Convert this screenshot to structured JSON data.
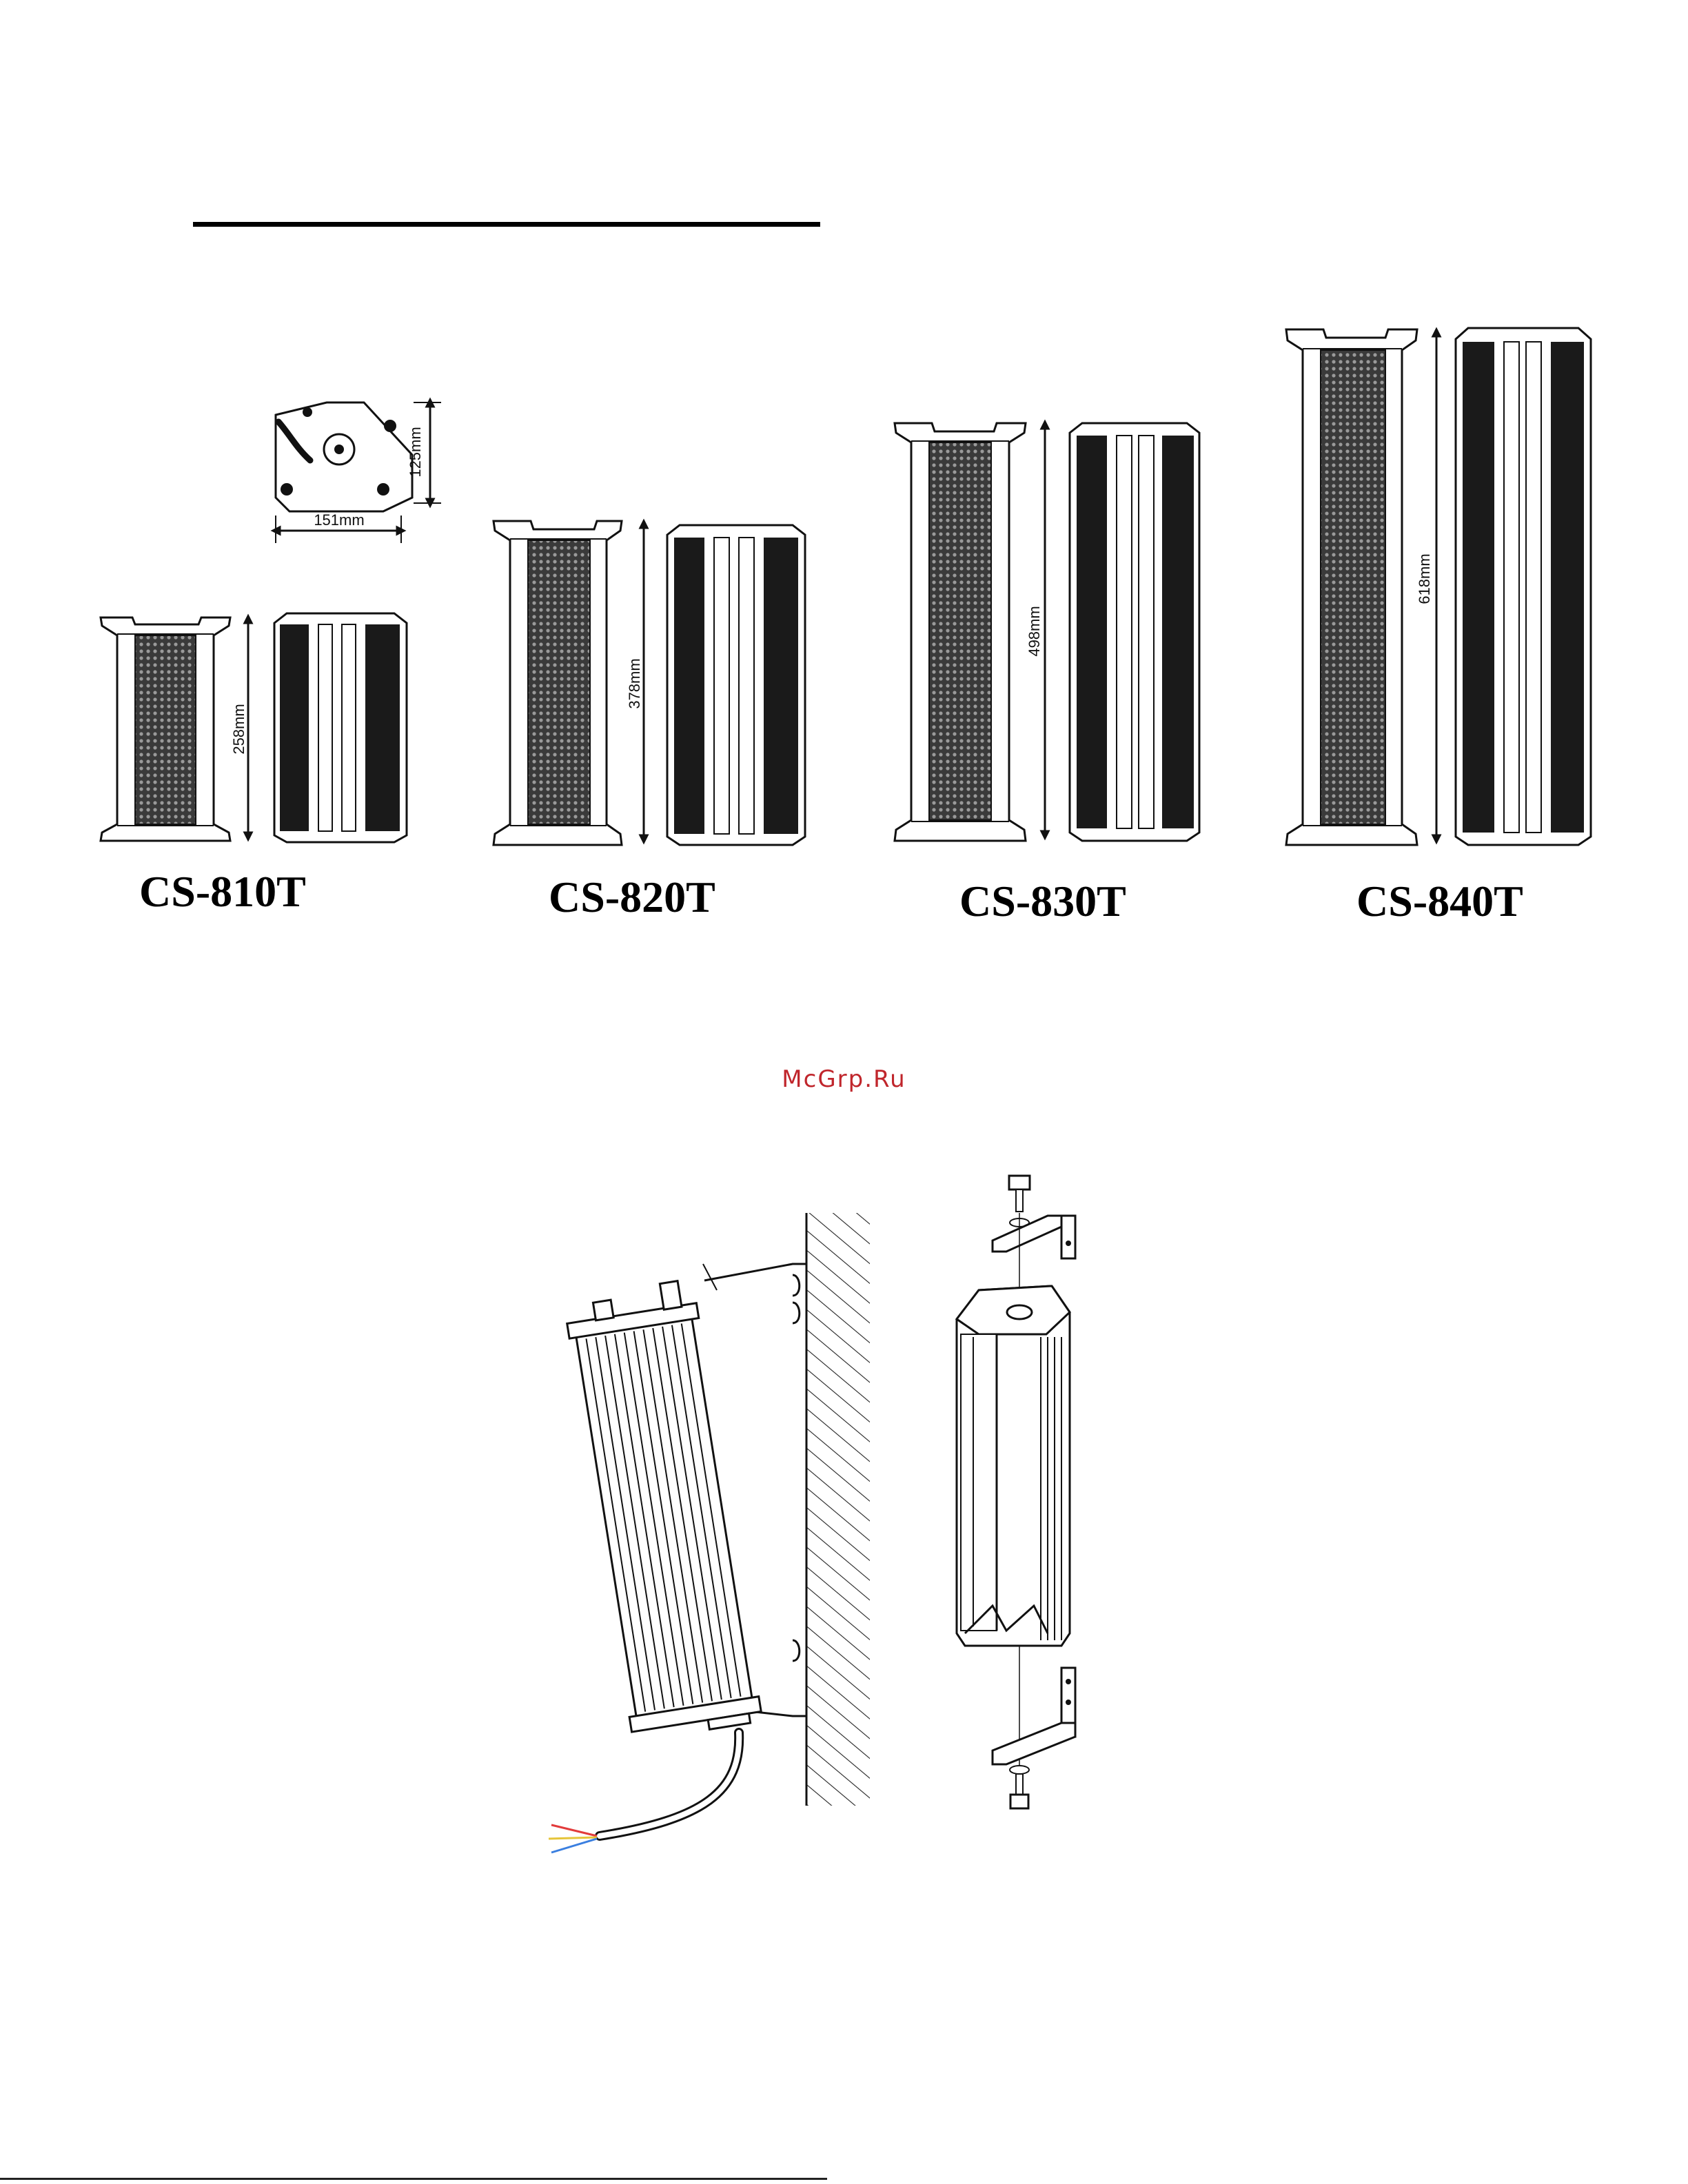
{
  "top_view": {
    "width_label": "151mm",
    "depth_label": "125mm"
  },
  "models": [
    {
      "name": "CS-810T",
      "height_label": "258mm"
    },
    {
      "name": "CS-820T",
      "height_label": "378mm"
    },
    {
      "name": "CS-830T",
      "height_label": "498mm"
    },
    {
      "name": "CS-840T",
      "height_label": "618mm"
    }
  ],
  "watermark": "McGrp.Ru",
  "cable_colors": [
    "#e23b3b",
    "#e6c53a",
    "#3a7fe0"
  ]
}
